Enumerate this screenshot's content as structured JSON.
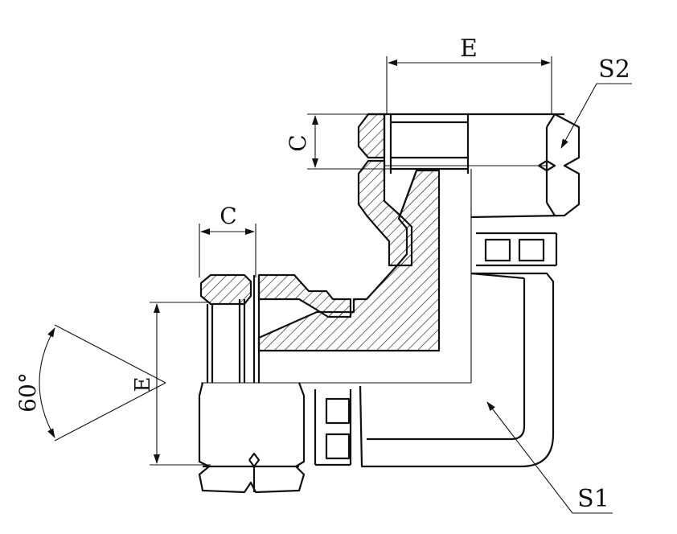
{
  "labels": {
    "dim_e_top": "E",
    "dim_c_top": "C",
    "dim_c_left": "C",
    "dim_e_left": "E",
    "callout_s2": "S2",
    "callout_s1": "S1",
    "angle": "60°"
  },
  "colors": {
    "line": "#111111",
    "background": "#ffffff"
  }
}
